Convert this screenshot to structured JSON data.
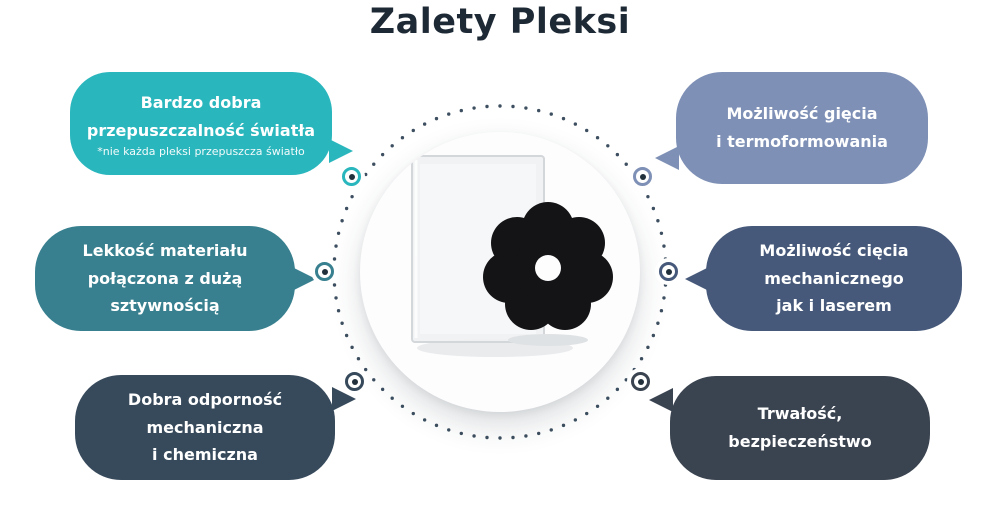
{
  "title": "Zalety Pleksi",
  "center_image": {
    "description": "czarny kwiatek z pleksi obok przezroczystego bloku pleksi"
  },
  "bubbles": [
    {
      "id": "przepuszczalnosc-swiatla",
      "side": "left",
      "text": "Bardzo dobra\nprzepuszczalność światła",
      "note": "*nie każda pleksi przepuszcza światło",
      "color": "#29b6bd"
    },
    {
      "id": "lekkosc-materialu",
      "side": "left",
      "text": "Lekkość materiału\npołączona z dużą\nsztywnością",
      "note": "",
      "color": "#38808f"
    },
    {
      "id": "odpornosc",
      "side": "left",
      "text": "Dobra odporność\nmechaniczna\ni chemiczna",
      "note": "",
      "color": "#374a5c"
    },
    {
      "id": "giecie-termoformowanie",
      "side": "right",
      "text": "Możliwość gięcia\ni termoformowania",
      "note": "",
      "color": "#7e90b6"
    },
    {
      "id": "ciecie",
      "side": "right",
      "text": "Możliwość cięcia\nmechanicznego\njak i laserem",
      "note": "",
      "color": "#46597a"
    },
    {
      "id": "trwalosc-bezpieczenstwo",
      "side": "right",
      "text": "Trwałość,\nbezpieczeństwo",
      "note": "",
      "color": "#3a4350"
    }
  ],
  "colors": {
    "title": "#1d2935",
    "dotted_ring": "#3d4f60",
    "marker_inner_dot": "#22303c",
    "background": "#ffffff"
  }
}
